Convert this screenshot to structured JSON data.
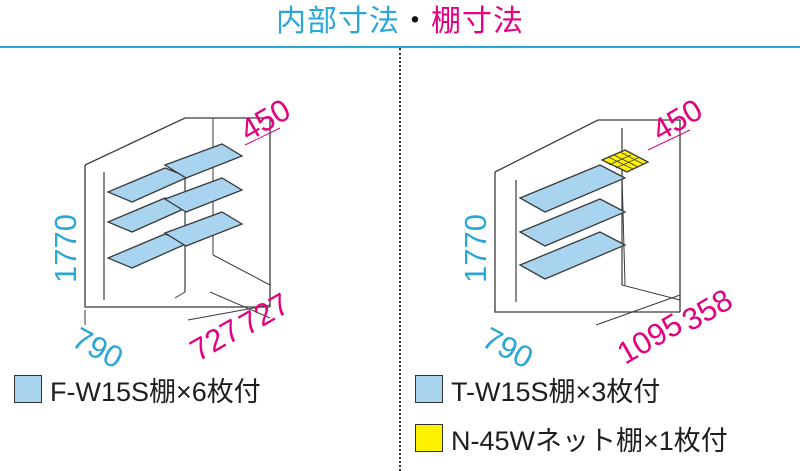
{
  "title": {
    "left": "内部寸法",
    "sep": "・",
    "right": "棚寸法"
  },
  "colors": {
    "accent_cyan": "#2aa7d6",
    "accent_pink": "#e4007f",
    "shelf_blue": "#a8d4ef",
    "net_yellow": "#fff200"
  },
  "left_diagram": {
    "height_label": "1770",
    "depth_label": "790",
    "shelf_depth_label": "450",
    "width_labels": [
      "727",
      "727"
    ]
  },
  "right_diagram": {
    "height_label": "1770",
    "depth_label": "790",
    "shelf_depth_label": "450",
    "width_labels": [
      "1095",
      "358"
    ]
  },
  "legend": [
    {
      "text": "F-W15S棚×6枚付",
      "color": "#a8d4ef"
    },
    {
      "text": "T-W15S棚×3枚付",
      "color": "#a8d4ef"
    },
    {
      "text": "N-45Wネット棚×1枚付",
      "color": "#fff200"
    }
  ]
}
